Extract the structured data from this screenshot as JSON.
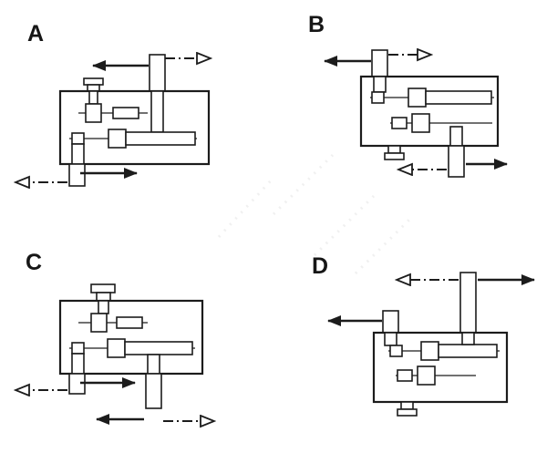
{
  "page": {
    "background": "#ffffff",
    "ink_color": "#1c1c1c"
  },
  "figure": {
    "kind": "gearbox-shaft-direction-options",
    "description": "Four schematic gear reducer drawings labelled A to D, each with protruding shafts marked by solid arrows and dash-dot arrows with open heads",
    "options": [
      {
        "label": "A",
        "shafts": [
          {
            "position": "top-right",
            "solid_arrow": "left",
            "dash_dot_arrow": "right"
          },
          {
            "position": "bottom-left",
            "solid_arrow": "right",
            "dash_dot_arrow": "left"
          }
        ]
      },
      {
        "label": "B",
        "shafts": [
          {
            "position": "top-left",
            "solid_arrow": "left",
            "dash_dot_arrow": "right"
          },
          {
            "position": "bottom-right",
            "solid_arrow": "right",
            "dash_dot_arrow": "left"
          }
        ]
      },
      {
        "label": "C",
        "shafts": [
          {
            "position": "bottom-left",
            "solid_arrow": "right",
            "dash_dot_arrow": "left"
          },
          {
            "position": "bottom-middle",
            "solid_arrow": "left",
            "dash_dot_arrow": "right"
          }
        ]
      },
      {
        "label": "D",
        "shafts": [
          {
            "position": "top-left",
            "solid_arrow": "left",
            "dash_dot_arrow": "none"
          },
          {
            "position": "top-right-tall",
            "solid_arrow": "right",
            "dash_dot_arrow": "left"
          }
        ]
      }
    ]
  }
}
